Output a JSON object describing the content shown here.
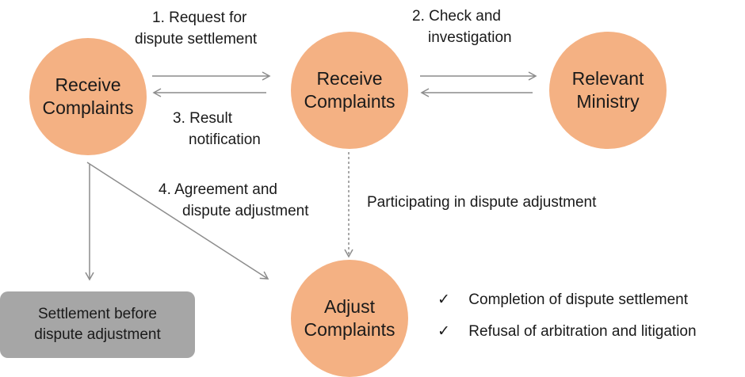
{
  "nodes": {
    "left": {
      "line1": "Receive",
      "line2": "Complaints"
    },
    "center": {
      "line1": "Receive",
      "line2": "Complaints"
    },
    "right": {
      "line1": "Relevant",
      "line2": "Ministry"
    },
    "bottom": {
      "line1": "Adjust",
      "line2": "Complaints"
    }
  },
  "edges": {
    "step1": {
      "line1": "1. Request for",
      "line2": "dispute settlement"
    },
    "step2": {
      "line1": "2. Check and",
      "line2": "investigation"
    },
    "step3": {
      "line1": "3. Result",
      "line2": "notification"
    },
    "step4": {
      "line1": "4.  Agreement and",
      "line2": "dispute adjustment"
    },
    "participating": "Participating in dispute adjustment"
  },
  "settlement_box": {
    "line1": "Settlement before",
    "line2": "dispute adjustment"
  },
  "outcomes": [
    {
      "mark": "✓",
      "text": "Completion of dispute settlement"
    },
    {
      "mark": "✓",
      "text": "Refusal of arbitration and litigation"
    }
  ],
  "colors": {
    "node_fill": "#f4b183",
    "box_fill": "#a6a6a6",
    "arrow": "#8c8c8c"
  }
}
